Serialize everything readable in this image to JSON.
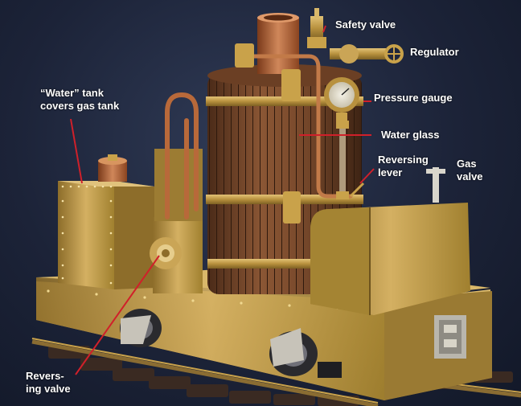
{
  "colors": {
    "background": "#1c2338",
    "brass": "#c9a24a",
    "copper": "#b8693a",
    "wood": "#7a4a2c",
    "leader_line": "#d0202a",
    "label_text": "#ffffff"
  },
  "labels": {
    "safety_valve": "Safety valve",
    "regulator": "Regulator",
    "water_tank_line1": "“Water” tank",
    "water_tank_line2": "covers gas tank",
    "pressure_gauge": "Pressure gauge",
    "water_glass": "Water glass",
    "reversing_lever_line1": "Reversing",
    "reversing_lever_line2": "lever",
    "gas_valve_line1": "Gas",
    "gas_valve_line2": "valve",
    "reversing_valve_line1": "Revers-",
    "reversing_valve_line2": "ing valve"
  }
}
